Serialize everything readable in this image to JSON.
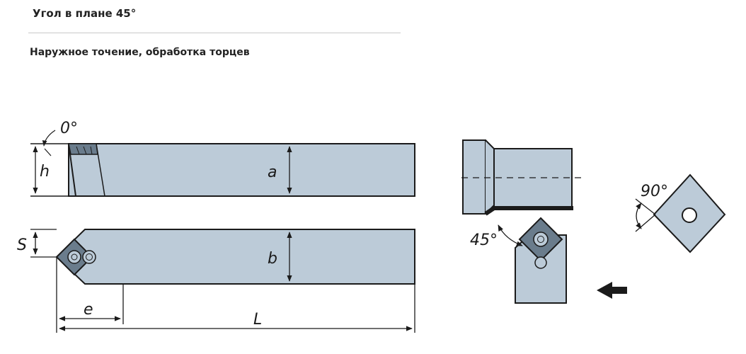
{
  "header": {
    "title": "Угол в плане 45°",
    "subtitle": "Наружное точение, обработка торцев"
  },
  "labels": {
    "angle_zero": "0°",
    "h": "h",
    "a": "a",
    "s": "S",
    "b": "b",
    "e": "e",
    "L": "L",
    "angle_45": "45°",
    "angle_90": "90°"
  },
  "colors": {
    "steel": "#bccbd8",
    "insert": "#6a7c8c",
    "outline": "#1b1b1b"
  }
}
